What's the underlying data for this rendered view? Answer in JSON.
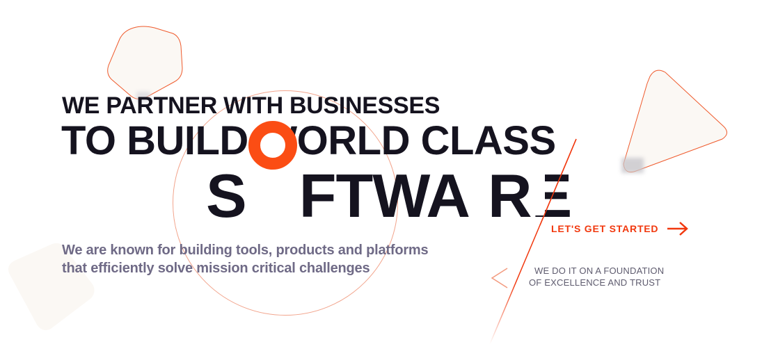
{
  "hero": {
    "line1": "WE PARTNER WITH BUSINESSES",
    "line2": "TO BUILD WORLD CLASS",
    "headline_word": {
      "before_o": "S",
      "o": "O",
      "after_o": "FTWA",
      "end": "RE"
    },
    "subheading_lines": [
      "We are known for building tools, products and platforms",
      "that efficiently solve mission critical challenges"
    ]
  },
  "cta": {
    "label": "LET'S GET STARTED",
    "icon": "arrow-right-icon"
  },
  "foundation": {
    "lines": [
      "WE DO IT ON A FOUNDATION",
      "OF EXCELLENCE AND TRUST"
    ],
    "icon": "chevron-left-icon"
  },
  "colors": {
    "accent": "#fb4d14",
    "dark": "#15131f",
    "muted": "#6f6a86",
    "shape_fill": "#faf7f3",
    "shape_stroke": "#ef5a2c"
  }
}
